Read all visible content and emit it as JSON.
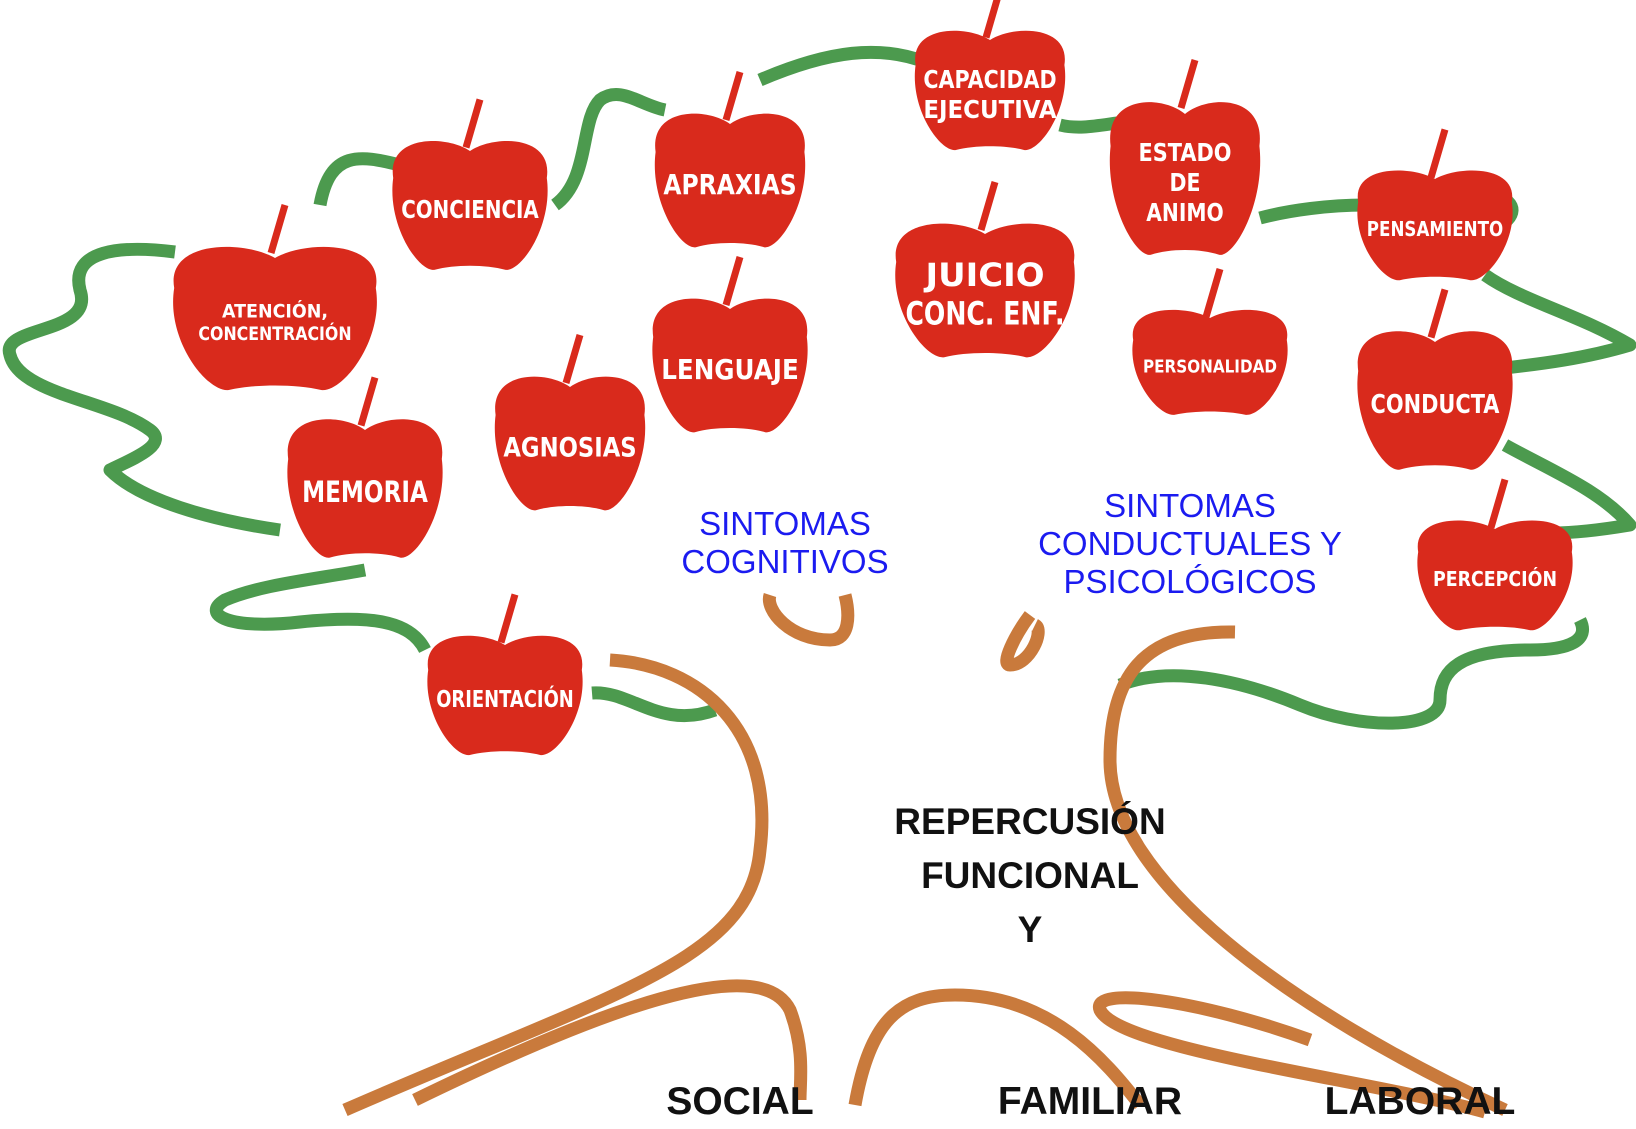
{
  "colors": {
    "vine": "#4c9a4e",
    "trunk": "#c97a3c",
    "apple": "#d92a1c",
    "apple_stem": "#d92a1c",
    "apple_text": "#ffffff",
    "symptom_text": "#1b1bf0",
    "impact_text": "#111111"
  },
  "apples": [
    {
      "id": "capacidad-ejecutiva",
      "lines": [
        "CAPACIDAD",
        "EJECUTIVA"
      ]
    },
    {
      "id": "estado-de-animo",
      "lines": [
        "ESTADO",
        "DE",
        "ANIMO"
      ]
    },
    {
      "id": "apraxias",
      "lines": [
        "APRAXIAS"
      ]
    },
    {
      "id": "conciencia",
      "lines": [
        "CONCIENCIA"
      ]
    },
    {
      "id": "pensamiento",
      "lines": [
        "PENSAMIENTO"
      ]
    },
    {
      "id": "juicio",
      "lines": [
        "JUICIO",
        "CONC. ENF."
      ]
    },
    {
      "id": "atencion",
      "lines": [
        "ATENCIÓN,",
        "CONCENTRACIÓN"
      ]
    },
    {
      "id": "lenguaje",
      "lines": [
        "LENGUAJE"
      ]
    },
    {
      "id": "personalidad",
      "lines": [
        "PERSONALIDAD"
      ]
    },
    {
      "id": "conducta",
      "lines": [
        "CONDUCTA"
      ]
    },
    {
      "id": "agnosias",
      "lines": [
        "AGNOSIAS"
      ]
    },
    {
      "id": "memoria",
      "lines": [
        "MEMORIA"
      ]
    },
    {
      "id": "percepcion",
      "lines": [
        "PERCEPCIÓN"
      ]
    },
    {
      "id": "orientacion",
      "lines": [
        "ORIENTACIÓN"
      ]
    }
  ],
  "symptoms": {
    "cognitive": "SINTOMAS\nCOGNITIVOS",
    "behavioral": "SINTOMAS\nCONDUCTUALES Y\nPSICOLÓGICOS"
  },
  "impact": {
    "title": "REPERCUSIÓN\nFUNCIONAL\nY",
    "roots": [
      "SOCIAL",
      "FAMILIAR",
      "LABORAL"
    ]
  }
}
